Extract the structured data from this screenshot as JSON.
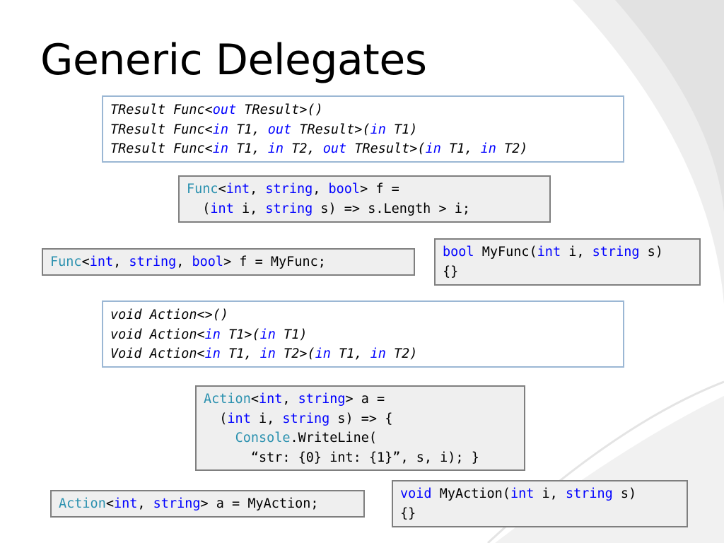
{
  "slide": {
    "title": "Generic Delegates",
    "colors": {
      "keyword": "#0000ff",
      "type": "#2b91af",
      "plain": "#000000",
      "sig_border": "#9bb7d4",
      "code_border": "#7f7f7f",
      "code_bg": "#efefef"
    }
  },
  "boxes": {
    "func_signatures": {
      "lines": [
        [
          {
            "c": "p",
            "t": "TResult Func<"
          },
          {
            "c": "k",
            "t": "out"
          },
          {
            "c": "p",
            "t": " TResult>()"
          }
        ],
        [
          {
            "c": "p",
            "t": "TResult Func<"
          },
          {
            "c": "k",
            "t": "in"
          },
          {
            "c": "p",
            "t": " T1, "
          },
          {
            "c": "k",
            "t": "out"
          },
          {
            "c": "p",
            "t": " TResult>("
          },
          {
            "c": "k",
            "t": "in"
          },
          {
            "c": "p",
            "t": " T1)"
          }
        ],
        [
          {
            "c": "p",
            "t": "TResult Func<"
          },
          {
            "c": "k",
            "t": "in"
          },
          {
            "c": "p",
            "t": " T1, "
          },
          {
            "c": "k",
            "t": "in"
          },
          {
            "c": "p",
            "t": " T2, "
          },
          {
            "c": "k",
            "t": "out"
          },
          {
            "c": "p",
            "t": " TResult>("
          },
          {
            "c": "k",
            "t": "in"
          },
          {
            "c": "p",
            "t": " T1, "
          },
          {
            "c": "k",
            "t": "in"
          },
          {
            "c": "p",
            "t": " T2)"
          }
        ]
      ]
    },
    "func_lambda": {
      "lines": [
        [
          {
            "c": "t",
            "t": "Func"
          },
          {
            "c": "p",
            "t": "<"
          },
          {
            "c": "k",
            "t": "int"
          },
          {
            "c": "p",
            "t": ", "
          },
          {
            "c": "k",
            "t": "string"
          },
          {
            "c": "p",
            "t": ", "
          },
          {
            "c": "k",
            "t": "bool"
          },
          {
            "c": "p",
            "t": "> f ="
          }
        ],
        [
          {
            "c": "p",
            "t": "  ("
          },
          {
            "c": "k",
            "t": "int"
          },
          {
            "c": "p",
            "t": " i, "
          },
          {
            "c": "k",
            "t": "string"
          },
          {
            "c": "p",
            "t": " s) => s.Length > i;"
          }
        ]
      ]
    },
    "func_method_group": {
      "lines": [
        [
          {
            "c": "t",
            "t": "Func"
          },
          {
            "c": "p",
            "t": "<"
          },
          {
            "c": "k",
            "t": "int"
          },
          {
            "c": "p",
            "t": ", "
          },
          {
            "c": "k",
            "t": "string"
          },
          {
            "c": "p",
            "t": ", "
          },
          {
            "c": "k",
            "t": "bool"
          },
          {
            "c": "p",
            "t": "> f = MyFunc;"
          }
        ]
      ]
    },
    "my_func": {
      "lines": [
        [
          {
            "c": "k",
            "t": "bool"
          },
          {
            "c": "p",
            "t": " MyFunc("
          },
          {
            "c": "k",
            "t": "int"
          },
          {
            "c": "p",
            "t": " i, "
          },
          {
            "c": "k",
            "t": "string"
          },
          {
            "c": "p",
            "t": " s)"
          }
        ],
        [
          {
            "c": "p",
            "t": "{}"
          }
        ]
      ]
    },
    "action_signatures": {
      "lines": [
        [
          {
            "c": "p",
            "t": "void Action<>()"
          }
        ],
        [
          {
            "c": "p",
            "t": "void Action<"
          },
          {
            "c": "k",
            "t": "in"
          },
          {
            "c": "p",
            "t": " T1>("
          },
          {
            "c": "k",
            "t": "in"
          },
          {
            "c": "p",
            "t": " T1)"
          }
        ],
        [
          {
            "c": "p",
            "t": "Void Action<"
          },
          {
            "c": "k",
            "t": "in"
          },
          {
            "c": "p",
            "t": " T1, "
          },
          {
            "c": "k",
            "t": "in"
          },
          {
            "c": "p",
            "t": " T2>("
          },
          {
            "c": "k",
            "t": "in"
          },
          {
            "c": "p",
            "t": " T1, "
          },
          {
            "c": "k",
            "t": "in"
          },
          {
            "c": "p",
            "t": " T2)"
          }
        ]
      ]
    },
    "action_lambda": {
      "lines": [
        [
          {
            "c": "t",
            "t": "Action"
          },
          {
            "c": "p",
            "t": "<"
          },
          {
            "c": "k",
            "t": "int"
          },
          {
            "c": "p",
            "t": ", "
          },
          {
            "c": "k",
            "t": "string"
          },
          {
            "c": "p",
            "t": "> a ="
          }
        ],
        [
          {
            "c": "p",
            "t": "  ("
          },
          {
            "c": "k",
            "t": "int"
          },
          {
            "c": "p",
            "t": " i, "
          },
          {
            "c": "k",
            "t": "string"
          },
          {
            "c": "p",
            "t": " s) => {"
          }
        ],
        [
          {
            "c": "p",
            "t": "    "
          },
          {
            "c": "t",
            "t": "Console"
          },
          {
            "c": "p",
            "t": ".WriteLine("
          }
        ],
        [
          {
            "c": "p",
            "t": "      “str: {0} int: {1}”, s, i); }"
          }
        ]
      ]
    },
    "action_method_group": {
      "lines": [
        [
          {
            "c": "t",
            "t": "Action"
          },
          {
            "c": "p",
            "t": "<"
          },
          {
            "c": "k",
            "t": "int"
          },
          {
            "c": "p",
            "t": ", "
          },
          {
            "c": "k",
            "t": "string"
          },
          {
            "c": "p",
            "t": "> a = MyAction;"
          }
        ]
      ]
    },
    "my_action": {
      "lines": [
        [
          {
            "c": "k",
            "t": "void"
          },
          {
            "c": "p",
            "t": " MyAction("
          },
          {
            "c": "k",
            "t": "int"
          },
          {
            "c": "p",
            "t": " i, "
          },
          {
            "c": "k",
            "t": "string"
          },
          {
            "c": "p",
            "t": " s)"
          }
        ],
        [
          {
            "c": "p",
            "t": "{}"
          }
        ]
      ]
    }
  }
}
